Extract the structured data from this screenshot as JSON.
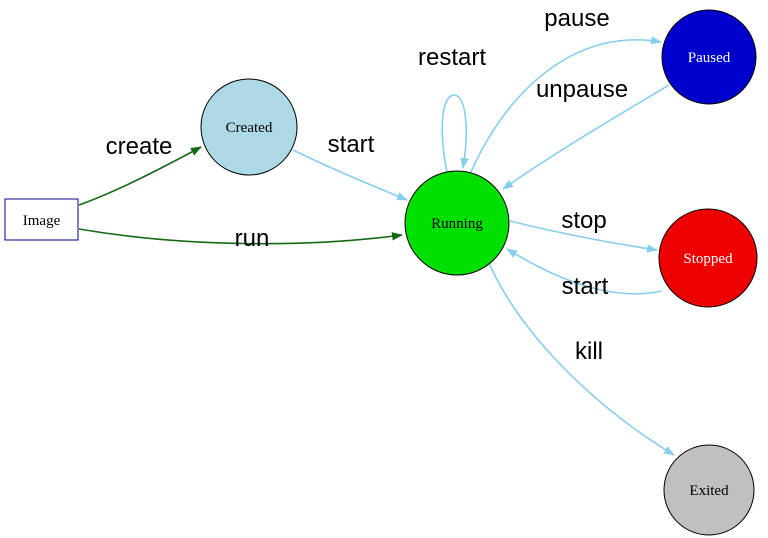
{
  "diagram": {
    "type": "state-diagram",
    "nodes": {
      "image": {
        "label": "Image",
        "shape": "rect",
        "fill": "#ffffff",
        "stroke": "#00008b",
        "text_color": "#000000"
      },
      "created": {
        "label": "Created",
        "shape": "circle",
        "fill": "#add8e6",
        "stroke": "#000000",
        "text_color": "#000000"
      },
      "running": {
        "label": "Running",
        "shape": "circle",
        "fill": "#00e000",
        "stroke": "#000000",
        "text_color": "#000000"
      },
      "paused": {
        "label": "Paused",
        "shape": "circle",
        "fill": "#0000cd",
        "stroke": "#000000",
        "text_color": "#ffffff"
      },
      "stopped": {
        "label": "Stopped",
        "shape": "circle",
        "fill": "#ee0000",
        "stroke": "#000000",
        "text_color": "#ffffff"
      },
      "exited": {
        "label": "Exited",
        "shape": "circle",
        "fill": "#c0c0c0",
        "stroke": "#000000",
        "text_color": "#000000"
      }
    },
    "edges": {
      "create": {
        "label": "create",
        "from": "image",
        "to": "created",
        "color": "#156915"
      },
      "run": {
        "label": "run",
        "from": "image",
        "to": "running",
        "color": "#156915"
      },
      "start_created": {
        "label": "start",
        "from": "created",
        "to": "running",
        "color": "#87ceeb"
      },
      "restart": {
        "label": "restart",
        "from": "running",
        "to": "running",
        "color": "#87ceeb"
      },
      "pause": {
        "label": "pause",
        "from": "running",
        "to": "paused",
        "color": "#87ceeb"
      },
      "unpause": {
        "label": "unpause",
        "from": "paused",
        "to": "running",
        "color": "#87ceeb"
      },
      "stop": {
        "label": "stop",
        "from": "running",
        "to": "stopped",
        "color": "#87ceeb"
      },
      "start_stopped": {
        "label": "start",
        "from": "stopped",
        "to": "running",
        "color": "#87ceeb"
      },
      "kill": {
        "label": "kill",
        "from": "running",
        "to": "exited",
        "color": "#87ceeb"
      }
    }
  },
  "colors": {
    "background": "#ffffff",
    "edge_blue": "#87ceeb",
    "edge_green": "#156915"
  }
}
